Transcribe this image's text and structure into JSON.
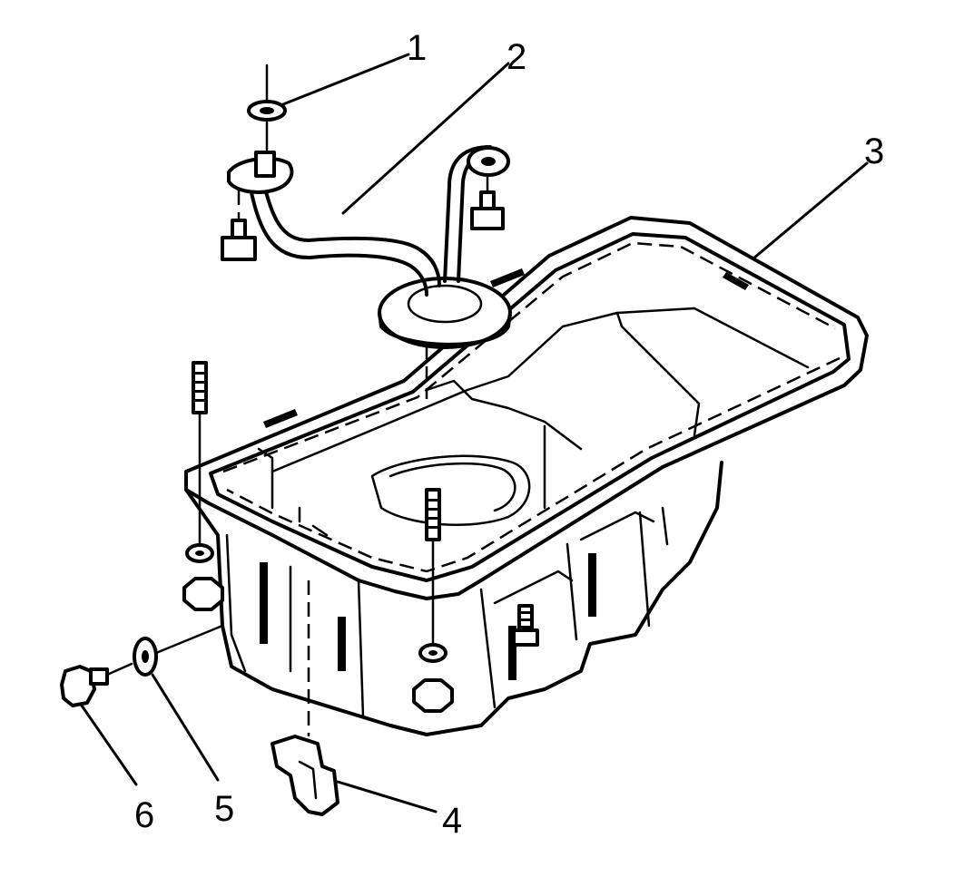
{
  "callouts": [
    {
      "id": "1",
      "label": "1",
      "part": "gasket"
    },
    {
      "id": "2",
      "label": "2",
      "part": "oil-strainer"
    },
    {
      "id": "3",
      "label": "3",
      "part": "oil-pan"
    },
    {
      "id": "4",
      "label": "4",
      "part": "oil-level-sensor"
    },
    {
      "id": "5",
      "label": "5",
      "part": "drain-plug-gasket"
    },
    {
      "id": "6",
      "label": "6",
      "part": "drain-plug"
    }
  ],
  "colors": {
    "line": "#000000",
    "background": "#ffffff"
  }
}
